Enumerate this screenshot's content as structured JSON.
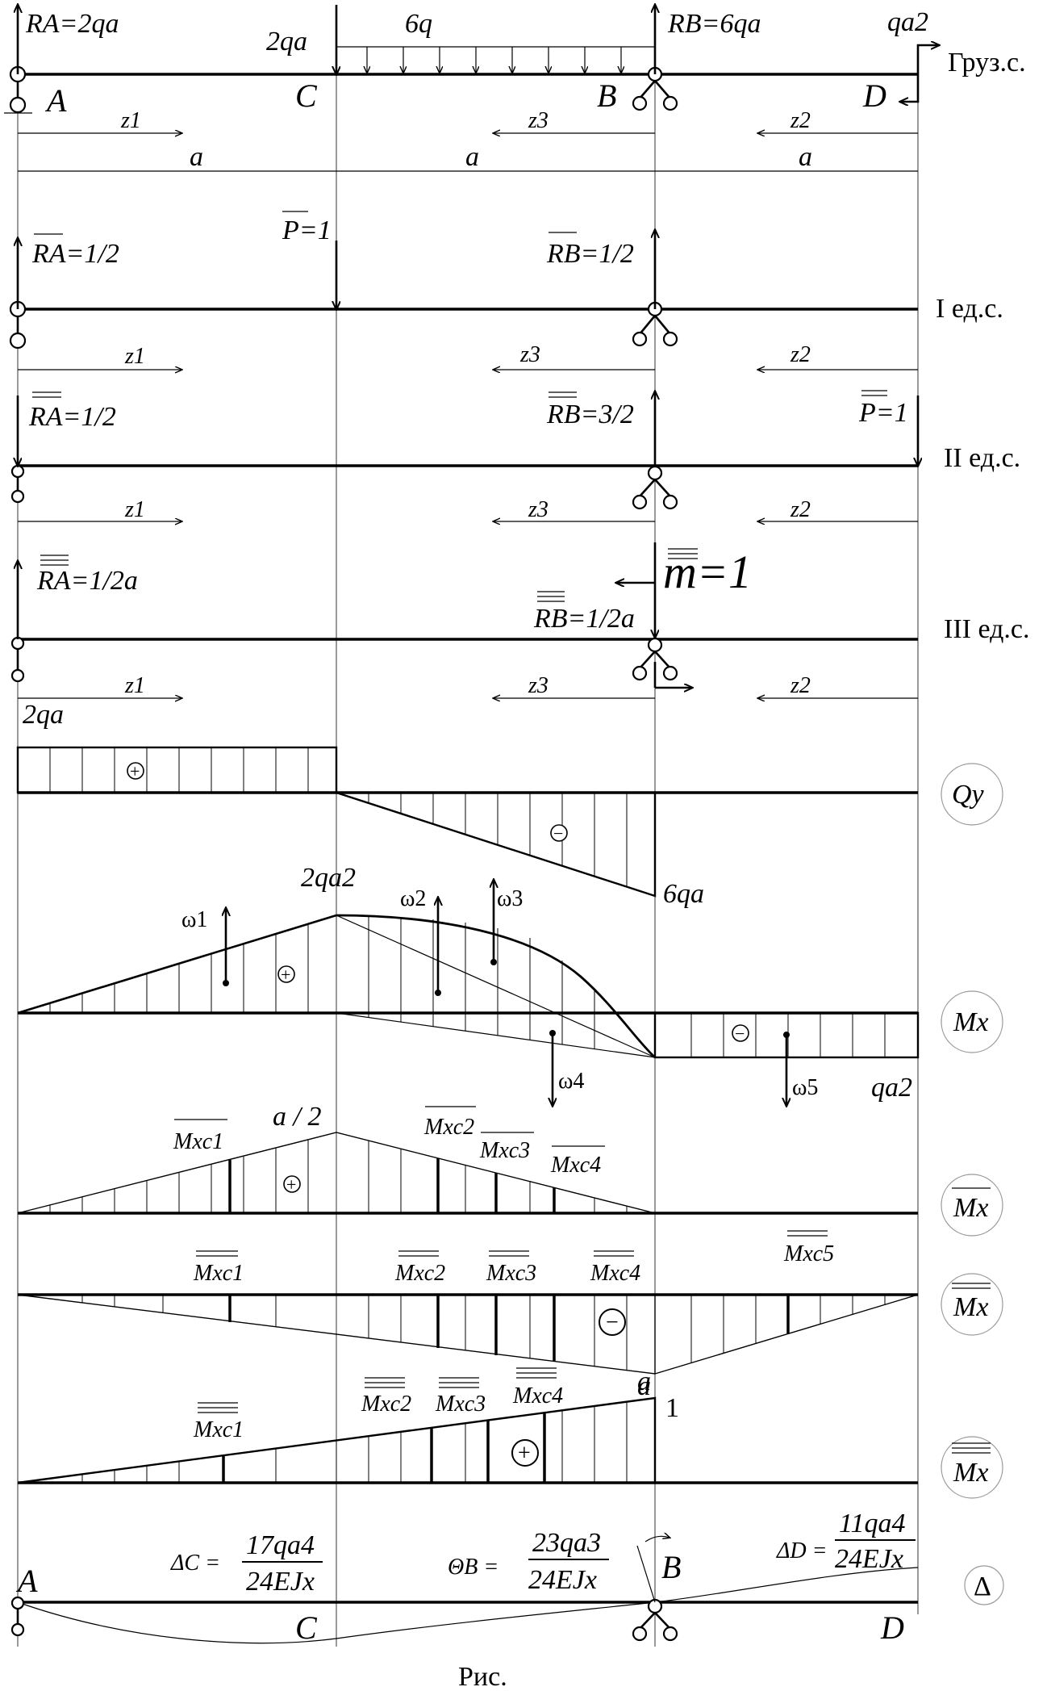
{
  "load": {
    "ra": "RA=2qa",
    "force_c": "2qa",
    "dist": "6q",
    "rb": "RB=6qa",
    "moment_d": "qa2",
    "title": "Груз.с."
  },
  "points": {
    "a": "A",
    "b": "B",
    "c": "C",
    "d": "D"
  },
  "dims": {
    "z1": "z1",
    "z2": "z2",
    "z3": "z3",
    "a": "a"
  },
  "unit1": {
    "ra": "RA=1/2",
    "p": "P=1",
    "rb": "RB=1/2",
    "title": "I ед.с."
  },
  "unit2": {
    "ra": "RA=1/2",
    "rb": "RB=3/2",
    "p": "P=1",
    "title": "II ед.с."
  },
  "unit3": {
    "ra": "RA=1/2a",
    "m": "m=1",
    "rb": "RB=1/2a",
    "title": "III ед.с."
  },
  "q_diagram": {
    "left_value": "2qa",
    "right_value": "6qa",
    "label": "Qy"
  },
  "m_diagram": {
    "peak": "2qa2",
    "w1": "ω1",
    "w2": "ω2",
    "w3": "ω3",
    "w4": "ω4",
    "w5": "ω5",
    "right_value": "qa2",
    "label": "Mx"
  },
  "m1_diagram": {
    "peak": "a / 2",
    "c1": "Mxc1",
    "c2": "Mxc2",
    "c3": "Mxc3",
    "c4": "Mxc4",
    "label": "Mx"
  },
  "m2_diagram": {
    "c1": "Mxc1",
    "c2": "Mxc2",
    "c3": "Mxc3",
    "c4": "Mxc4",
    "c5": "Mxc5",
    "b_value": "a",
    "label": "Mx"
  },
  "m3_diagram": {
    "c1": "Mxc1",
    "c2": "Mxc2",
    "c3": "Mxc3",
    "c4": "Mxc4",
    "b_value": "1",
    "label": "Mx"
  },
  "results": {
    "delta_c": "ΔC =",
    "delta_c_num": "17qa4",
    "delta_c_den": "24EJx",
    "theta_b": "ΘB =",
    "theta_b_num": "23qa3",
    "theta_b_den": "24EJx",
    "delta_d": "ΔD =",
    "delta_d_num": "11qa4",
    "delta_d_den": "24EJx",
    "label": "Δ"
  },
  "signs": {
    "plus": "+",
    "minus": "−"
  },
  "caption": "Рис."
}
